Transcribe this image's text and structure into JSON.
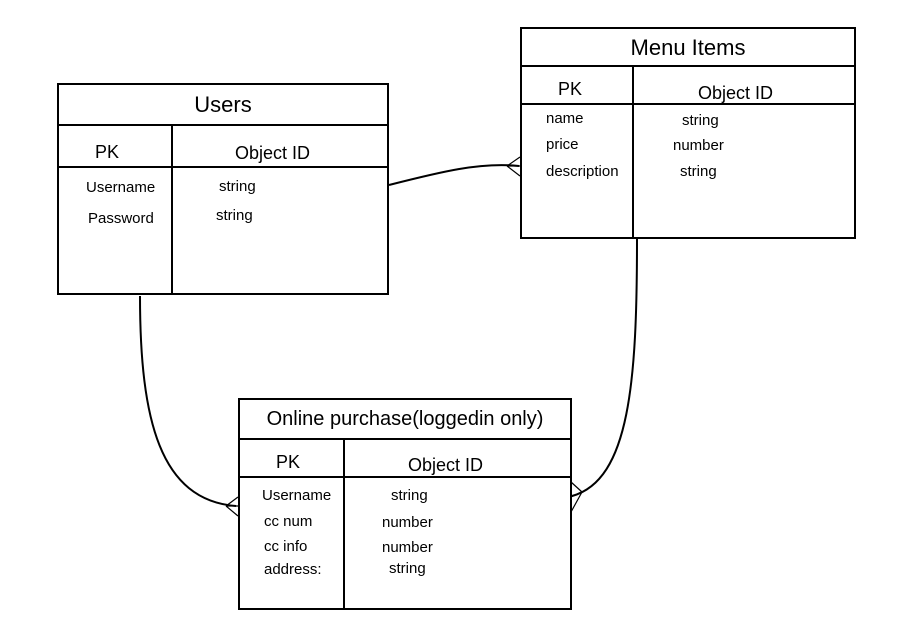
{
  "entities": {
    "users": {
      "title": "Users",
      "pk": "PK",
      "pk_type": "Object ID",
      "fields": [
        {
          "name": "Username",
          "type": "string"
        },
        {
          "name": "Password",
          "type": "string"
        }
      ]
    },
    "menu_items": {
      "title": "Menu Items",
      "pk": "PK",
      "pk_type": "Object ID",
      "fields": [
        {
          "name": "name",
          "type": "string"
        },
        {
          "name": "price",
          "type": "number"
        },
        {
          "name": "description",
          "type": "string"
        }
      ]
    },
    "online_purchase": {
      "title": "Online purchase(loggedin only)",
      "pk": "PK",
      "pk_type": "Object ID",
      "fields": [
        {
          "name": "Username",
          "type": "string"
        },
        {
          "name": "cc num",
          "type": "number"
        },
        {
          "name": "cc info",
          "type": "number"
        },
        {
          "name": "address:",
          "type": "string"
        }
      ]
    }
  },
  "relationships": [
    {
      "from": "Users",
      "to": "Menu Items",
      "to_end": "crow's foot (many)"
    },
    {
      "from": "Users",
      "to": "Online purchase(loggedin only)",
      "to_end": "crow's foot (many)"
    },
    {
      "from": "Menu Items",
      "to": "Online purchase(loggedin only)",
      "to_end": "crow's foot (many)"
    }
  ]
}
